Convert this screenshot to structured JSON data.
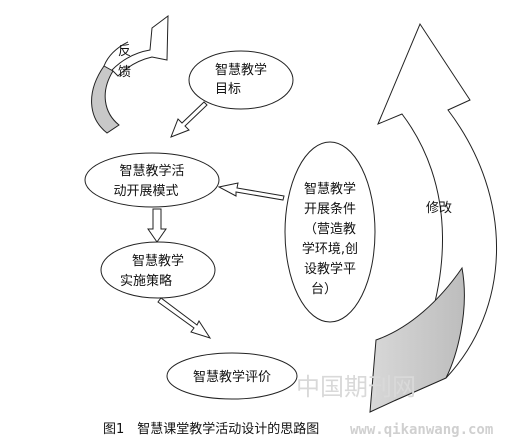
{
  "nodes": {
    "goal": {
      "lines": [
        "智慧教学",
        "目标"
      ]
    },
    "mode": {
      "lines": [
        "智慧教学活",
        "动开展模式"
      ]
    },
    "strategy": {
      "lines": [
        "智慧教学",
        "实施策略"
      ]
    },
    "evaluation": {
      "lines": [
        "智慧教学评价"
      ]
    },
    "conditions": {
      "lines": [
        "智慧教学",
        "开展条件",
        "（营造教",
        "学环境,创",
        "设教学平",
        "台）"
      ]
    }
  },
  "arrows": {
    "feedback": {
      "lines": [
        "反",
        "馈"
      ]
    },
    "revise": {
      "label": "修改"
    }
  },
  "caption": "图1　智慧课堂教学活动设计的思路图",
  "watermark": {
    "cn": "中国期刊网",
    "url": "www.qikanwang.com"
  },
  "colors": {
    "stroke": "#222222",
    "arrow_fill": "#c8c8c8",
    "background": "#ffffff"
  }
}
